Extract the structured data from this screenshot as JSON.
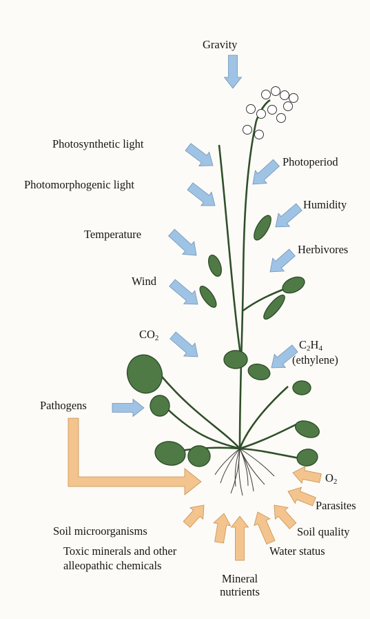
{
  "labels": {
    "gravity": "Gravity",
    "photosynthetic_light": "Photosynthetic light",
    "photoperiod": "Photoperiod",
    "photomorphogenic_light": "Photomorphogenic light",
    "humidity": "Humidity",
    "temperature": "Temperature",
    "herbivores": "Herbivores",
    "wind": "Wind",
    "co2_base": "CO",
    "co2_sub": "2",
    "ethylene_c": "C",
    "ethylene_sub1": "2",
    "ethylene_h": "H",
    "ethylene_sub2": "4",
    "ethylene_name": "(ethylene)",
    "pathogens": "Pathogens",
    "o2_base": "O",
    "o2_sub": "2",
    "parasites": "Parasites",
    "soil_microorganisms": "Soil microorganisms",
    "soil_quality": "Soil quality",
    "toxic_line1": "Toxic minerals and other",
    "toxic_line2": "alleopathic chemicals",
    "water_status": "Water status",
    "mineral_line1": "Mineral",
    "mineral_line2": "nutrients"
  },
  "colors": {
    "above_ground_arrow": "#9fc3e4",
    "below_ground_arrow": "#f3c48e",
    "leaf": "#4f7a46",
    "leaf_dark": "#2f4f2a",
    "flower": "#ffffff"
  }
}
